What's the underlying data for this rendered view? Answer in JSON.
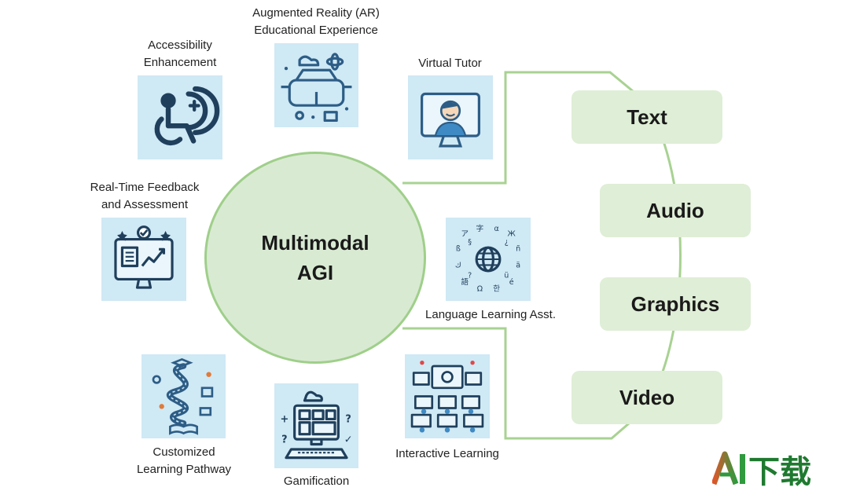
{
  "diagram": {
    "center": {
      "label": "Multimodal\nAGI",
      "fill": "#d9ead3",
      "stroke": "#9fcf8a"
    },
    "modalities": [
      {
        "id": "text",
        "label": "Text"
      },
      {
        "id": "audio",
        "label": "Audio"
      },
      {
        "id": "graphics",
        "label": "Graphics"
      },
      {
        "id": "video",
        "label": "Video"
      }
    ],
    "applications": [
      {
        "id": "ar",
        "label": "Augmented Reality (AR)\nEducational Experience",
        "icon": "vr-headset-icon"
      },
      {
        "id": "accessibility",
        "label": "Accessibility\nEnhancement",
        "icon": "accessibility-icon"
      },
      {
        "id": "tutor",
        "label": "Virtual Tutor",
        "icon": "virtual-tutor-icon"
      },
      {
        "id": "feedback",
        "label": "Real-Time Feedback\nand Assessment",
        "icon": "feedback-monitor-icon"
      },
      {
        "id": "language",
        "label": "Language Learning Asst.",
        "icon": "globe-language-icon"
      },
      {
        "id": "pathway",
        "label": "Customized\nLearning Pathway",
        "icon": "pathway-icon"
      },
      {
        "id": "gamification",
        "label": "Gamification",
        "icon": "gamification-icon"
      },
      {
        "id": "interactive",
        "label": "Interactive Learning",
        "icon": "interactive-learning-icon"
      }
    ],
    "connector_color": "#a8d292",
    "accent_blue": "#2d5d86"
  },
  "watermark": {
    "text": "AI下载",
    "icon": "watermark-logo-icon"
  }
}
